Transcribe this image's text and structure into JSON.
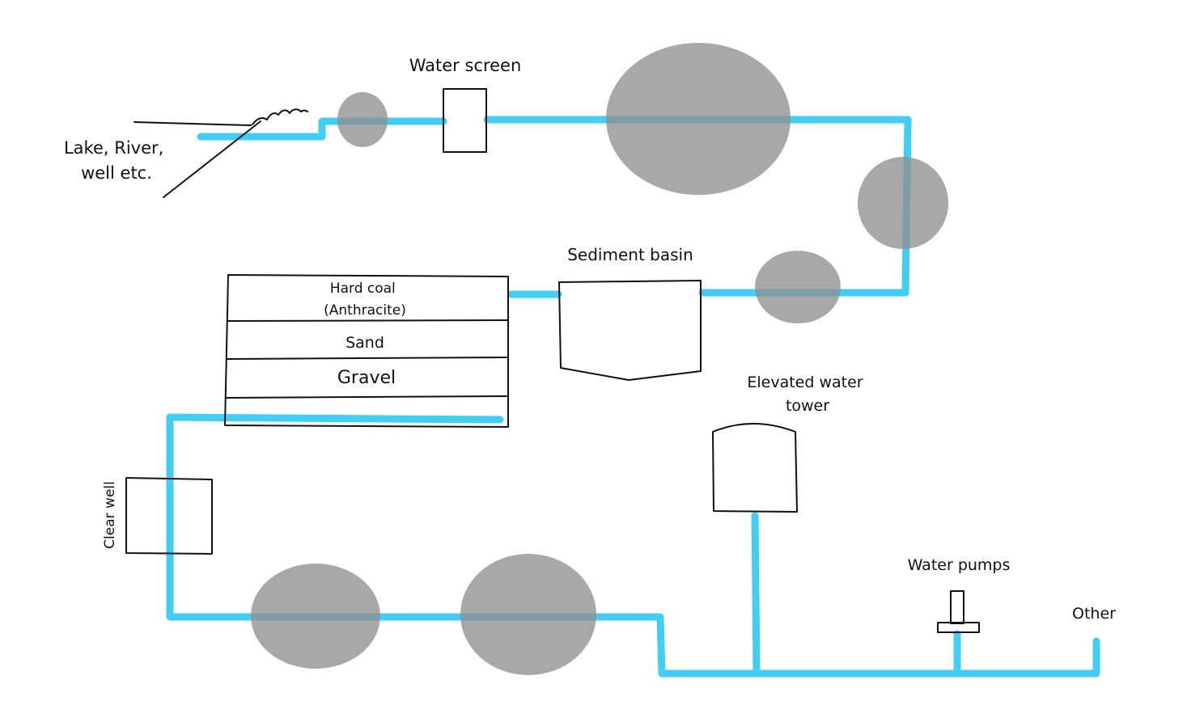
{
  "colors": {
    "pipe": "#42cdf5",
    "blob": "#8f8f8f",
    "ink": "#111111",
    "background": "#ffffff"
  },
  "labels": {
    "source": [
      "Lake, River,",
      "well etc."
    ],
    "water_screen": "Water screen",
    "sediment_basin": "Sediment basin",
    "filter_layer_1": [
      "Hard coal",
      "(Anthracite)"
    ],
    "filter_layer_2": "Sand",
    "filter_layer_3": "Gravel",
    "clear_well": "Clear well",
    "elevated_tower": [
      "Elevated water",
      "tower"
    ],
    "water_pumps": "Water pumps",
    "other": "Other"
  }
}
